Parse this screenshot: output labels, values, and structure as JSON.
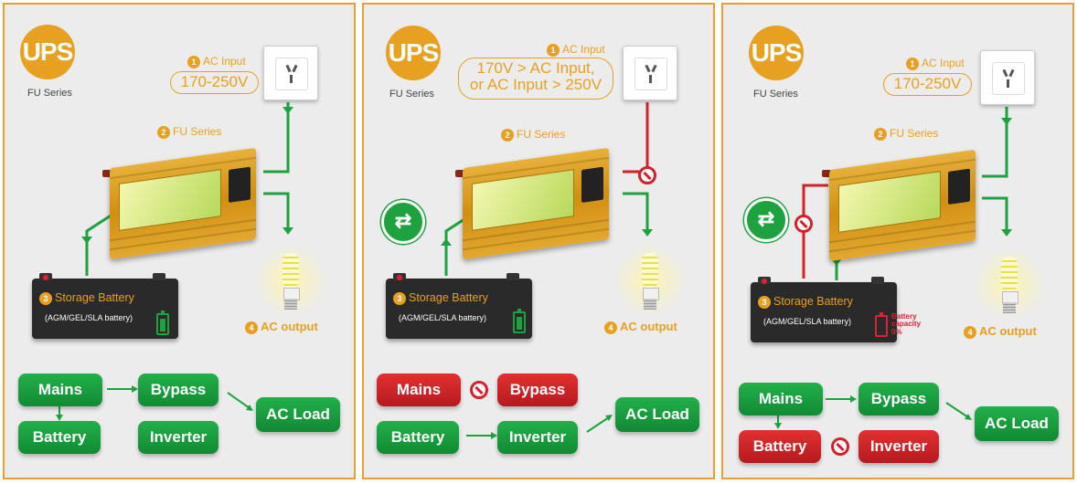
{
  "colors": {
    "accent": "#e8a020",
    "green": "#1ea13f",
    "red": "#d4202a",
    "panel_bg": "#ececec"
  },
  "panels": [
    {
      "logo": "UPS",
      "series": "FU Series",
      "ac_input_num": "1",
      "ac_input_label": "AC Input",
      "ac_input_value": "170-250V",
      "fu_num": "2",
      "fu_label": "FU Series",
      "battery_num": "3",
      "battery_label": "Storage Battery",
      "battery_sub": "(AGM/GEL/SLA battery)",
      "output_num": "4",
      "output_label": "AC output",
      "flow": {
        "mains": "Mains",
        "battery": "Battery",
        "bypass": "Bypass",
        "inverter": "Inverter",
        "acload": "AC Load"
      }
    },
    {
      "logo": "UPS",
      "series": "FU Series",
      "ac_input_num": "1",
      "ac_input_label": "AC Input",
      "ac_input_value_line1": "170V > AC Input,",
      "ac_input_value_line2": "or AC Input > 250V",
      "fu_num": "2",
      "fu_label": "FU Series",
      "battery_num": "3",
      "battery_label": "Storage Battery",
      "battery_sub": "(AGM/GEL/SLA battery)",
      "output_num": "4",
      "output_label": "AC output",
      "flow": {
        "mains": "Mains",
        "battery": "Battery",
        "bypass": "Bypass",
        "inverter": "Inverter",
        "acload": "AC Load"
      }
    },
    {
      "logo": "UPS",
      "series": "FU Series",
      "ac_input_num": "1",
      "ac_input_label": "AC Input",
      "ac_input_value": "170-250V",
      "fu_num": "2",
      "fu_label": "FU Series",
      "battery_num": "3",
      "battery_label": "Storage Battery",
      "battery_sub": "(AGM/GEL/SLA battery)",
      "battery_capacity_line1": "Battery",
      "battery_capacity_line2": "capacity",
      "battery_capacity_line3": "0%",
      "output_num": "4",
      "output_label": "AC output",
      "flow": {
        "mains": "Mains",
        "battery": "Battery",
        "bypass": "Bypass",
        "inverter": "Inverter",
        "acload": "AC Load"
      }
    }
  ],
  "icons": {
    "outlet": "power-outlet-icon",
    "swap": "swap-arrows-icon",
    "no": "prohibited-icon",
    "bulb": "light-bulb-icon",
    "battery_level": "battery-level-icon"
  }
}
